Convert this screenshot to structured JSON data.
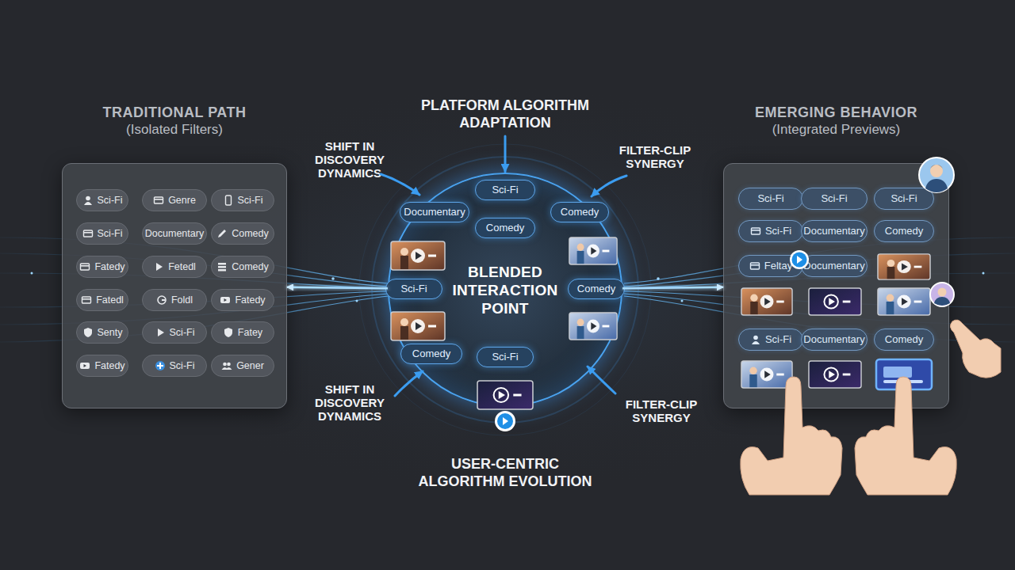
{
  "diagram": {
    "nodes": [
      {
        "text": [
          "TRADITIONAL PATH",
          "(Isolated Filters)"
        ]
      },
      {
        "text": [
          "Sci-Fi"
        ],
        "in": 0
      },
      {
        "text": [
          "Genre"
        ],
        "in": 0
      },
      {
        "text": [
          "Sci-Fi"
        ],
        "in": 0
      },
      {
        "text": [
          "Sci-Fi"
        ],
        "in": 0
      },
      {
        "text": [
          "Documentary"
        ],
        "in": 0
      },
      {
        "text": [
          "Comedy"
        ],
        "in": 0
      },
      {
        "text": [
          "Fatedy"
        ],
        "in": 0
      },
      {
        "text": [
          "Fetedl"
        ],
        "in": 0
      },
      {
        "text": [
          "Comedy"
        ],
        "in": 0
      },
      {
        "text": [
          "Fatedl"
        ],
        "in": 0
      },
      {
        "text": [
          "Foldl"
        ],
        "in": 0
      },
      {
        "text": [
          "Fatedy"
        ],
        "in": 0
      },
      {
        "text": [
          "Senty"
        ],
        "in": 0
      },
      {
        "text": [
          "Sci-Fi"
        ],
        "in": 0
      },
      {
        "text": [
          "Fatey"
        ],
        "in": 0
      },
      {
        "text": [
          "Fatedy"
        ],
        "in": 0
      },
      {
        "text": [
          "Sci-Fi"
        ],
        "in": 0
      },
      {
        "text": [
          "Gener"
        ],
        "in": 0
      },
      {
        "text": [
          "BLENDED INTERACTION POINT"
        ]
      },
      {
        "text": [
          "Sci-Fi"
        ],
        "in": 19
      },
      {
        "text": [
          "Documentary"
        ],
        "in": 19
      },
      {
        "text": [
          "Comedy"
        ],
        "in": 19
      },
      {
        "text": [
          "Comedy"
        ],
        "in": 19
      },
      {
        "text": [
          "Sci-Fi"
        ],
        "in": 19
      },
      {
        "text": [
          "Comedy"
        ],
        "in": 19
      },
      {
        "text": [
          "Comedy"
        ],
        "in": 19
      },
      {
        "text": [
          "Sci-Fi"
        ],
        "in": 19
      },
      {
        "text": [
          "EMERGING BEHAVIOR",
          "(Integrated Previews)"
        ]
      },
      {
        "text": [
          "Sci-Fi"
        ],
        "in": 28
      },
      {
        "text": [
          "Sci-Fi"
        ],
        "in": 28
      },
      {
        "text": [
          "Sci-Fi"
        ],
        "in": 28
      },
      {
        "text": [
          "Sci-Fi"
        ],
        "in": 28
      },
      {
        "text": [
          "Documentary"
        ],
        "in": 28
      },
      {
        "text": [
          "Comedy"
        ],
        "in": 28
      },
      {
        "text": [
          "Feltay"
        ],
        "in": 28
      },
      {
        "text": [
          "Documentary"
        ],
        "in": 28
      },
      {
        "text": [
          "Sci-Fi"
        ],
        "in": 28
      },
      {
        "text": [
          "Documentary"
        ],
        "in": 28
      },
      {
        "text": [
          "Comedy"
        ],
        "in": 28
      }
    ],
    "edges": [
      {
        "from": 19,
        "to": 0,
        "arrow": "to"
      },
      {
        "from": 19,
        "to": 28,
        "arrow": "to"
      }
    ],
    "labels": [
      "PLATFORM ALGORITHM ADAPTATION",
      "SHIFT IN DISCOVERY DYNAMICS",
      "FILTER-CLIP SYNERGY",
      "SHIFT IN DISCOVERY DYNAMICS",
      "FILTER-CLIP SYNERGY",
      "USER-CENTRIC ALGORITHM EVOLUTION"
    ]
  }
}
